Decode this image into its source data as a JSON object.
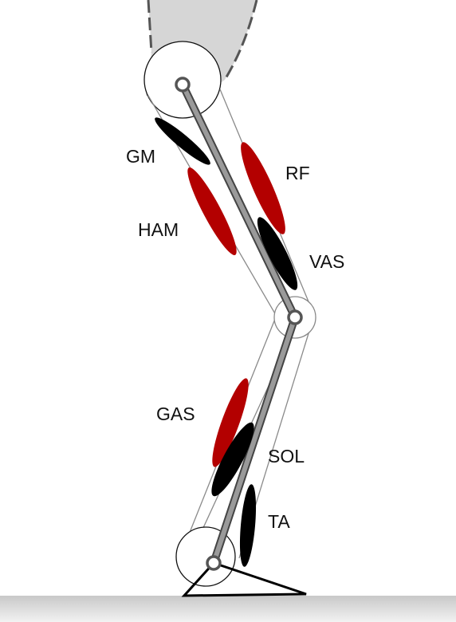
{
  "muscles": [
    {
      "id": "gm",
      "label": "GM",
      "color": "#000000"
    },
    {
      "id": "rf",
      "label": "RF",
      "color": "#b30000"
    },
    {
      "id": "ham",
      "label": "HAM",
      "color": "#b30000"
    },
    {
      "id": "vas",
      "label": "VAS",
      "color": "#000000"
    },
    {
      "id": "gas",
      "label": "GAS",
      "color": "#b30000"
    },
    {
      "id": "sol",
      "label": "SOL",
      "color": "#000000"
    },
    {
      "id": "ta",
      "label": "TA",
      "color": "#000000"
    }
  ],
  "colors": {
    "trunk_fill": "#d6d6d6",
    "trunk_outline": "#555555",
    "bone": "#9a9a9a",
    "bone_outline": "#444444",
    "joint": "#ffffff",
    "tendon_line": "#8a8a8a",
    "ground": "#b5b5b5",
    "foot": "#000000"
  }
}
